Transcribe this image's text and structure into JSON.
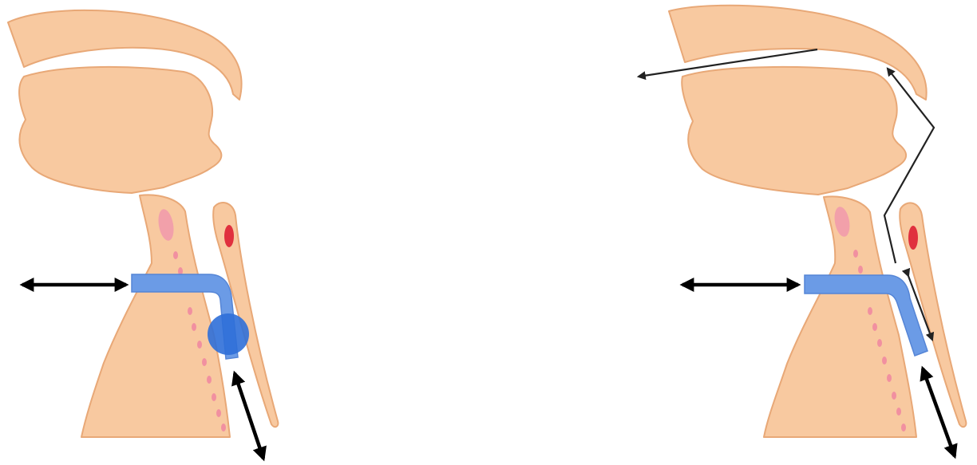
{
  "figure": {
    "panels": [
      {
        "id": "left",
        "device": "cuffed-tracheostomy-tube"
      },
      {
        "id": "right",
        "device": "uncuffed-tracheostomy-tube"
      }
    ]
  },
  "colors": {
    "skin": "#f8c9a0",
    "skin_edge": "#e8a877",
    "tube": "#6b9be6",
    "tube_edge": "#5585d6",
    "cuff": "#2f6fd8",
    "cartilage": "#f08aa0",
    "vessel": "#e0303e",
    "tonsil": "#f2a0aa"
  },
  "icons": {
    "ventilation_arrow": "double-headed-arrow-icon",
    "airflow_arrow": "single-headed-arrow-icon"
  }
}
